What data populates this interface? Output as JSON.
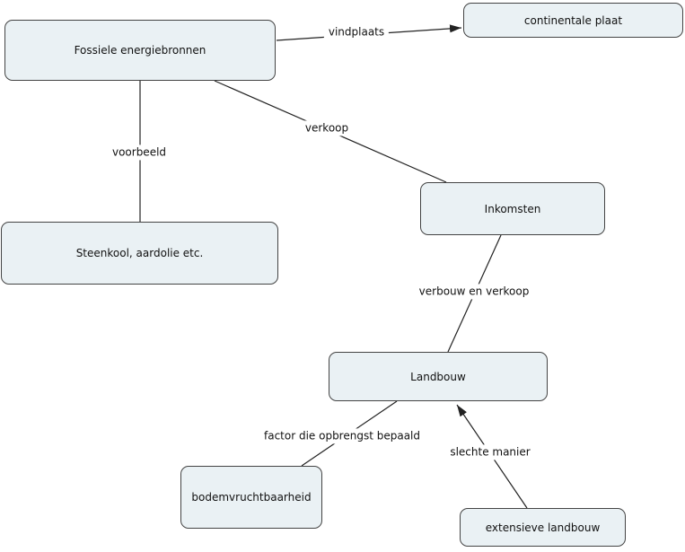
{
  "diagram": {
    "type": "concept-map",
    "nodes": {
      "fossiele_energiebronnen": {
        "label": "Fossiele energiebronnen"
      },
      "continentale_plaat": {
        "label": "continentale plaat"
      },
      "steenkool_aardolie": {
        "label": "Steenkool, aardolie etc."
      },
      "inkomsten": {
        "label": "Inkomsten"
      },
      "landbouw": {
        "label": "Landbouw"
      },
      "bodemvruchtbaarheid": {
        "label": "bodemvruchtbaarheid"
      },
      "extensieve_landbouw": {
        "label": "extensieve landbouw"
      }
    },
    "edges": [
      {
        "label": "vindplaats",
        "a": "fossiele_energiebronnen",
        "b": "continentale_plaat",
        "arrow_to": "continentale_plaat"
      },
      {
        "label": "voorbeeld",
        "a": "fossiele_energiebronnen",
        "b": "steenkool_aardolie",
        "arrow_to": null
      },
      {
        "label": "verkoop",
        "a": "fossiele_energiebronnen",
        "b": "inkomsten",
        "arrow_to": null
      },
      {
        "label": "verbouw en verkoop",
        "a": "inkomsten",
        "b": "landbouw",
        "arrow_to": null
      },
      {
        "label": "factor die opbrengst bepaald",
        "a": "landbouw",
        "b": "bodemvruchtbaarheid",
        "arrow_to": null
      },
      {
        "label": "slechte manier",
        "a": "extensieve_landbouw",
        "b": "landbouw",
        "arrow_to": "landbouw"
      }
    ],
    "colors": {
      "node_fill": "#eaf1f4",
      "node_border": "#444444",
      "line": "#222222",
      "text": "#111111",
      "canvas": "#ffffff"
    }
  }
}
